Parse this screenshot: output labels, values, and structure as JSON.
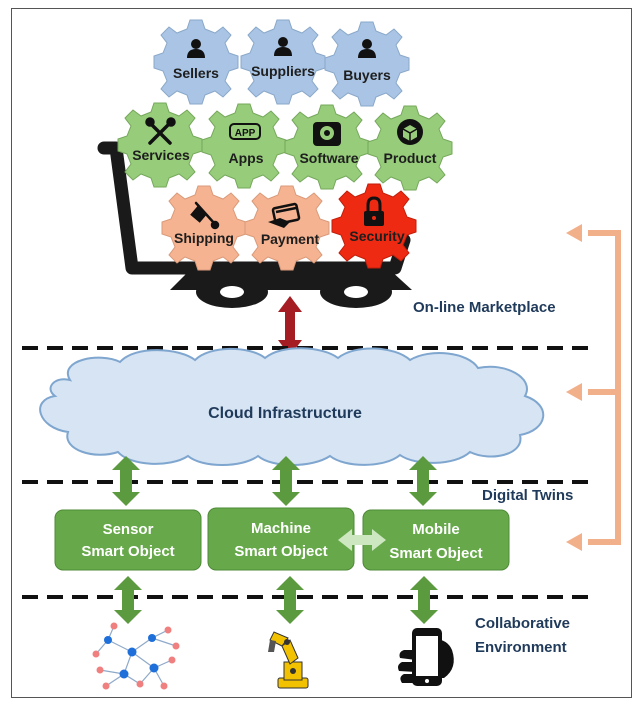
{
  "gears": {
    "sellers": "Sellers",
    "suppliers": "Suppliers",
    "buyers": "Buyers",
    "services": "Services",
    "apps": "Apps",
    "software": "Software",
    "product": "Product",
    "shipping": "Shipping",
    "payment": "Payment",
    "security": "Security"
  },
  "icons": {
    "sellers": "person-icon",
    "suppliers": "person-icon",
    "buyers": "person-icon",
    "services": "tools-icon",
    "apps": "app-icon",
    "software": "software-box-icon",
    "product": "product-box-icon",
    "shipping": "hand-truck-icon",
    "payment": "payment-card-icon",
    "security": "lock-icon",
    "sensor_network": "sensor-network-icon",
    "robot_arm": "robot-arm-icon",
    "smartphone": "hand-smartphone-icon"
  },
  "layers": {
    "marketplace": "On-line Marketplace",
    "digital_twins": "Digital Twins",
    "collaborative_line1": "Collaborative",
    "collaborative_line2": "Environment"
  },
  "cloud": {
    "label": "Cloud Infrastructure"
  },
  "smart_objects": {
    "sensor_line1": "Sensor",
    "sensor_line2": "Smart Object",
    "machine_line1": "Machine",
    "machine_line2": "Smart Object",
    "mobile_line1": "Mobile",
    "mobile_line2": "Smart Object"
  },
  "colors": {
    "blue_gear": "#a9c4e4",
    "green_gear": "#96cc7a",
    "peach_gear": "#f5b391",
    "red_gear": "#ee2a12",
    "cart": "#1a1a1a",
    "cloud_fill": "#d6e4f3",
    "cloud_stroke": "#7fa6cf",
    "smart_object_box": "#67a94a",
    "green_arrow": "#5b9a3e",
    "red_arrow": "#a51d23",
    "bracket": "#f2b08a",
    "dashed_line": "#111111"
  }
}
